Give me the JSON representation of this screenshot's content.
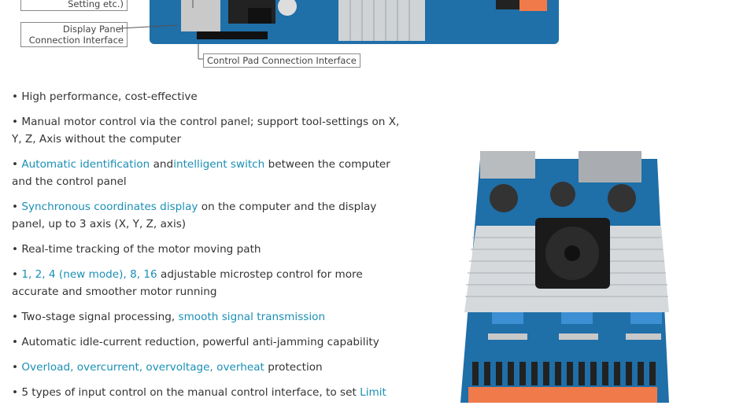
{
  "callouts": {
    "setting": "Setting etc.)",
    "display_panel": [
      "Display Panel",
      "Connection Interface"
    ],
    "control_pad": "Control Pad Connection Interface"
  },
  "bullets": [
    {
      "parts": [
        {
          "t": "• High performance, cost-effective",
          "h": false
        }
      ]
    },
    {
      "parts": [
        {
          "t": "• Manual motor control via the control panel; support tool-settings on X, Y, Z, Axis without the computer",
          "h": false
        }
      ]
    },
    {
      "parts": [
        {
          "t": "• ",
          "h": false
        },
        {
          "t": "Automatic identification",
          "h": true
        },
        {
          "t": " and",
          "h": false
        },
        {
          "t": "intelligent switch",
          "h": true
        },
        {
          "t": " between the computer and the control panel",
          "h": false
        }
      ]
    },
    {
      "parts": [
        {
          "t": "• ",
          "h": false
        },
        {
          "t": "Synchronous coordinates display",
          "h": true
        },
        {
          "t": " on the computer and the display panel, up to 3 axis (X, Y, Z, axis)",
          "h": false
        }
      ]
    },
    {
      "parts": [
        {
          "t": "• Real-time tracking of the motor moving path",
          "h": false
        }
      ]
    },
    {
      "parts": [
        {
          "t": "• ",
          "h": false
        },
        {
          "t": "1, 2, 4 (new mode), 8, 16",
          "h": true
        },
        {
          "t": " adjustable microstep control for more accurate and smoother motor running",
          "h": false
        }
      ]
    },
    {
      "parts": [
        {
          "t": "• Two-stage signal processing, ",
          "h": false
        },
        {
          "t": "smooth signal transmission",
          "h": true
        }
      ]
    },
    {
      "parts": [
        {
          "t": "• Automatic idle-current reduction, powerful anti-jamming capability",
          "h": false
        }
      ]
    },
    {
      "parts": [
        {
          "t": "• ",
          "h": false
        },
        {
          "t": "Overload, overcurrent, overvoltage, overheat",
          "h": true
        },
        {
          "t": " protection",
          "h": false
        }
      ]
    },
    {
      "parts": [
        {
          "t": "• 5 types of input control on the manual control interface, to set ",
          "h": false
        },
        {
          "t": "Limit",
          "h": true
        }
      ]
    }
  ],
  "colors": {
    "highlight": "#1a8fb5",
    "text": "#333333",
    "pcb": "#1f6fa8"
  }
}
